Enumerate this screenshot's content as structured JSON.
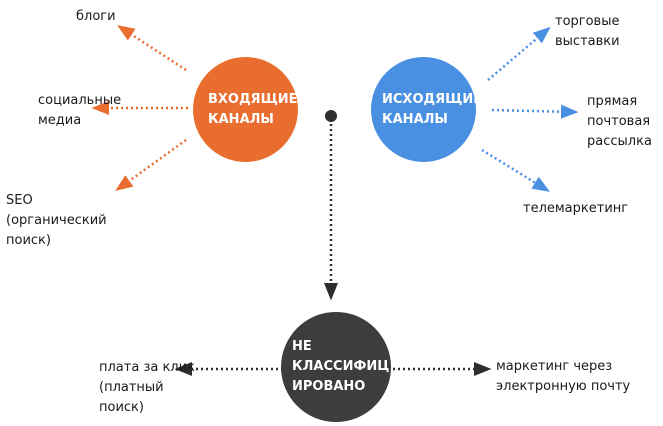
{
  "colors": {
    "inbound": "#E86D2E",
    "outbound": "#4A90E2",
    "unclassified": "#3D3D3D",
    "unclassified_arrow": "#2E2E2E"
  },
  "inbound": {
    "title": "ВХОДЯЩИЕ\nКАНАЛЫ",
    "items": [
      "блоги",
      "социальные\nмедиа",
      "SEO\n(органический\nпоиск)"
    ]
  },
  "outbound": {
    "title": "ИСХОДЯЩИЕ\nКАНАЛЫ",
    "items": [
      "торговые\nвыставки",
      "прямая\nпочтовая\nрассылка",
      "телемаркетинг"
    ]
  },
  "unclassified": {
    "title": "НЕ\nКЛАССИФИЦ\nИРОВАНО",
    "items": [
      "плата за клик\n(платный\nпоиск)",
      "маркетинг через\nэлектронную почту"
    ]
  }
}
